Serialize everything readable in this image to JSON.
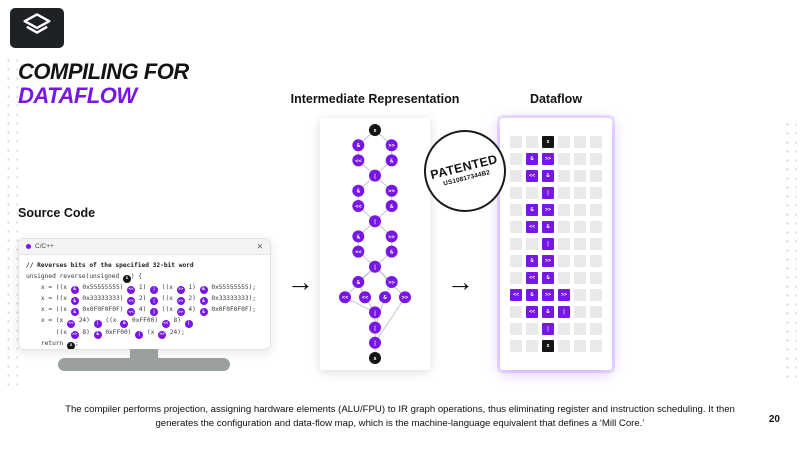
{
  "page": {
    "number": "20"
  },
  "header": {
    "title_line1": "COMPILING FOR",
    "title_line2": "DATAFLOW"
  },
  "labels": {
    "source_code": "Source Code",
    "ir": "Intermediate Representation",
    "dataflow": "Dataflow"
  },
  "arrows": {
    "glyph": "→"
  },
  "stamp": {
    "line1": "PATENTED",
    "line2": "US10817344B2"
  },
  "code_window": {
    "titlebar": {
      "lang": "C/C++",
      "close": "✕"
    },
    "lines": [
      {
        "comment": true,
        "segs": [
          {
            "t": "// Reverses bits of the specified 32-bit word"
          }
        ]
      },
      {
        "segs": [
          {
            "t": "unsigned reverse(unsigned "
          },
          {
            "v": "x"
          },
          {
            "t": ") {"
          }
        ]
      },
      {
        "segs": [
          {
            "t": "    x = ((x "
          },
          {
            "o": "&"
          },
          {
            "t": " 0x55555555) "
          },
          {
            "o": "<<"
          },
          {
            "t": " 1) "
          },
          {
            "o": "|"
          },
          {
            "t": " ((x "
          },
          {
            "o": ">>"
          },
          {
            "t": " 1) "
          },
          {
            "o": "&"
          },
          {
            "t": " 0x55555555);"
          }
        ]
      },
      {
        "segs": [
          {
            "t": "    x = ((x "
          },
          {
            "o": "&"
          },
          {
            "t": " 0x33333333) "
          },
          {
            "o": "<<"
          },
          {
            "t": " 2) "
          },
          {
            "o": "|"
          },
          {
            "t": " ((x "
          },
          {
            "o": ">>"
          },
          {
            "t": " 2) "
          },
          {
            "o": "&"
          },
          {
            "t": " 0x33333333);"
          }
        ]
      },
      {
        "segs": [
          {
            "t": "    x = ((x "
          },
          {
            "o": "&"
          },
          {
            "t": " 0x0F0F0F0F) "
          },
          {
            "o": "<<"
          },
          {
            "t": " 4) "
          },
          {
            "o": "|"
          },
          {
            "t": " ((x "
          },
          {
            "o": ">>"
          },
          {
            "t": " 4) "
          },
          {
            "o": "&"
          },
          {
            "t": " 0x0F0F0F0F);"
          }
        ]
      },
      {
        "segs": [
          {
            "t": "    x = (x "
          },
          {
            "o": "<<"
          },
          {
            "t": " 24) "
          },
          {
            "o": "|"
          },
          {
            "t": " ((x "
          },
          {
            "o": "&"
          },
          {
            "t": " 0xFF00) "
          },
          {
            "o": "<<"
          },
          {
            "t": " 8) "
          },
          {
            "o": "|"
          }
        ]
      },
      {
        "segs": [
          {
            "t": "        ((x "
          },
          {
            "o": ">>"
          },
          {
            "t": " 8) "
          },
          {
            "o": "&"
          },
          {
            "t": " 0xFF00) "
          },
          {
            "o": "|"
          },
          {
            "t": " (x "
          },
          {
            "o": ">>"
          },
          {
            "t": " 24);"
          }
        ]
      },
      {
        "segs": [
          {
            "t": "    return "
          },
          {
            "v": "x"
          },
          {
            "t": ";"
          }
        ]
      },
      {
        "segs": [
          {
            "t": "}"
          }
        ]
      }
    ]
  },
  "ir_graph": {
    "nodes": [
      {
        "id": "x0",
        "label": "x",
        "row": 0
      },
      {
        "id": "aA",
        "label": "&",
        "row": 1
      },
      {
        "id": "aS",
        "label": ">>",
        "row": 1
      },
      {
        "id": "aL",
        "label": "<<",
        "row": 2
      },
      {
        "id": "aB",
        "label": "&",
        "row": 2
      },
      {
        "id": "aO",
        "label": "|",
        "row": 3
      },
      {
        "id": "bA",
        "label": "&",
        "row": 4
      },
      {
        "id": "bS",
        "label": ">>",
        "row": 4
      },
      {
        "id": "bL",
        "label": "<<",
        "row": 5
      },
      {
        "id": "bB",
        "label": "&",
        "row": 5
      },
      {
        "id": "bO",
        "label": "|",
        "row": 6
      },
      {
        "id": "cA",
        "label": "&",
        "row": 7
      },
      {
        "id": "cS",
        "label": ">>",
        "row": 7
      },
      {
        "id": "cL",
        "label": "<<",
        "row": 8
      },
      {
        "id": "cB",
        "label": "&",
        "row": 8
      },
      {
        "id": "cO",
        "label": "|",
        "row": 9
      },
      {
        "id": "dA",
        "label": "&",
        "row": 10
      },
      {
        "id": "dS8",
        "label": ">>",
        "row": 10
      },
      {
        "id": "dL24",
        "label": "<<",
        "row": 11
      },
      {
        "id": "dL8",
        "label": "<<",
        "row": 11
      },
      {
        "id": "dB",
        "label": "&",
        "row": 11
      },
      {
        "id": "dS24",
        "label": ">>",
        "row": 11
      },
      {
        "id": "dO1",
        "label": "|",
        "row": 12
      },
      {
        "id": "dO2",
        "label": "|",
        "row": 13
      },
      {
        "id": "dO3",
        "label": "|",
        "row": 14
      },
      {
        "id": "x1",
        "label": "x",
        "row": 15
      }
    ],
    "edges": [
      [
        "x0",
        "aA"
      ],
      [
        "x0",
        "aS"
      ],
      [
        "aA",
        "aL"
      ],
      [
        "aS",
        "aB"
      ],
      [
        "aL",
        "aO"
      ],
      [
        "aB",
        "aO"
      ],
      [
        "aO",
        "bA"
      ],
      [
        "aO",
        "bS"
      ],
      [
        "bA",
        "bL"
      ],
      [
        "bS",
        "bB"
      ],
      [
        "bL",
        "bO"
      ],
      [
        "bB",
        "bO"
      ],
      [
        "bO",
        "cA"
      ],
      [
        "bO",
        "cS"
      ],
      [
        "cA",
        "cL"
      ],
      [
        "cS",
        "cB"
      ],
      [
        "cL",
        "cO"
      ],
      [
        "cB",
        "cO"
      ],
      [
        "cO",
        "dA"
      ],
      [
        "cO",
        "dS8"
      ],
      [
        "cO",
        "dL24"
      ],
      [
        "cO",
        "dS24"
      ],
      [
        "dA",
        "dL8"
      ],
      [
        "dS8",
        "dB"
      ],
      [
        "dL24",
        "dO1"
      ],
      [
        "dL8",
        "dO1"
      ],
      [
        "dO1",
        "dO2"
      ],
      [
        "dB",
        "dO2"
      ],
      [
        "dO2",
        "dO3"
      ],
      [
        "dS24",
        "dO3"
      ],
      [
        "dO3",
        "x1"
      ]
    ]
  },
  "dataflow_grid": {
    "rows": [
      [
        "",
        "",
        "x",
        "",
        "",
        ""
      ],
      [
        "",
        "&",
        ">>",
        "",
        "",
        ""
      ],
      [
        "",
        "<<",
        "&",
        "",
        "",
        ""
      ],
      [
        "",
        "",
        "|",
        "",
        "",
        ""
      ],
      [
        "",
        "&",
        ">>",
        "",
        "",
        ""
      ],
      [
        "",
        "<<",
        "&",
        "",
        "",
        ""
      ],
      [
        "",
        "",
        "|",
        "",
        "",
        ""
      ],
      [
        "",
        "&",
        ">>",
        "",
        "",
        ""
      ],
      [
        "",
        "<<",
        "&",
        "",
        "",
        ""
      ],
      [
        "<<",
        "&",
        ">>",
        ">>",
        "",
        ""
      ],
      [
        "",
        "<<",
        "&",
        "|",
        "",
        ""
      ],
      [
        "",
        "",
        "|",
        "",
        "",
        ""
      ],
      [
        "",
        "",
        "x",
        "",
        "",
        ""
      ]
    ]
  },
  "caption": "The compiler performs projection, assigning hardware elements (ALU/FPU) to IR graph operations, thus eliminating register and instruction scheduling. It then generates the configuration and data-flow map, which is the machine-language equivalent that defines a ‘Mill Core.’",
  "colors": {
    "accent_purple": "#7617e6",
    "node_black": "#141414",
    "grid_empty_gray": "#e9e9e9",
    "stand_gray": "#9aa09d"
  }
}
